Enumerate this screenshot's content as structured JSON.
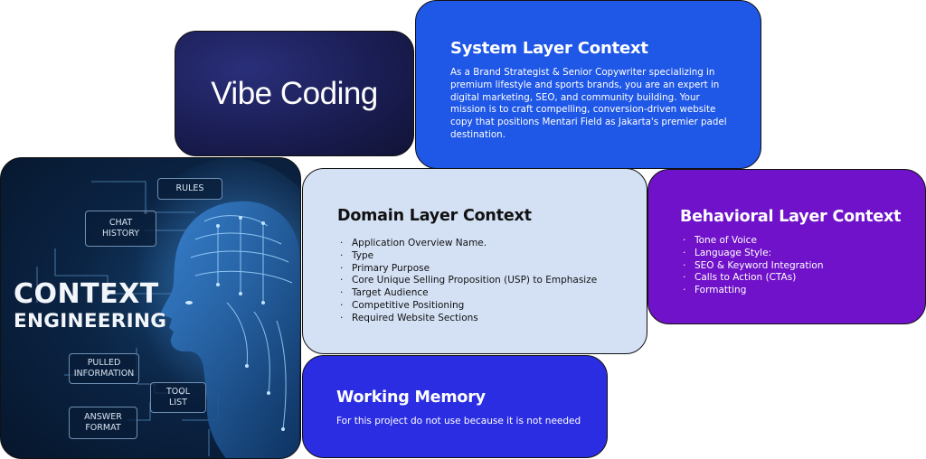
{
  "vibe_card": {
    "logo_text": "Vibe Coding"
  },
  "system_layer": {
    "title": "System Layer Context",
    "body": "As a Brand Strategist & Senior Copywriter specializing in premium lifestyle and sports brands, you are an expert in digital marketing, SEO, and community building. Your mission is to craft compelling, conversion-driven website copy that positions Mentari Field as Jakarta's premier padel destination."
  },
  "context_engineering": {
    "title_line1": "CONTEXT",
    "title_line2": "ENGINEERING",
    "tags": {
      "rules": "RULES",
      "chat_history_1": "CHAT",
      "chat_history_2": "HISTORY",
      "pulled_information_1": "PULLED",
      "pulled_information_2": "INFORMATION",
      "tool_list_1": "TOOL",
      "tool_list_2": "LIST",
      "answer_format_1": "ANSWER",
      "answer_format_2": "FORMAT"
    }
  },
  "domain_layer": {
    "title": "Domain Layer Context",
    "items": [
      "Application Overview Name.",
      "Type",
      "Primary Purpose",
      "Core Unique Selling Proposition (USP) to Emphasize",
      "Target Audience",
      "Competitive Positioning",
      "Required Website Sections"
    ]
  },
  "behavioral_layer": {
    "title": "Behavioral Layer Context",
    "items": [
      "Tone of Voice",
      "Language Style:",
      "SEO & Keyword Integration",
      "Calls to Action (CTAs)",
      "Formatting"
    ]
  },
  "working_memory": {
    "title": "Working Memory",
    "body": "For this project do not use because it is not needed"
  },
  "colors": {
    "system_bg": "#1f57e6",
    "domain_bg": "#d4e1f5",
    "behavioral_bg": "#7012c9",
    "working_bg": "#2b2de3",
    "vibe_bg": "#191c50",
    "ce_bg": "#0b2444"
  }
}
